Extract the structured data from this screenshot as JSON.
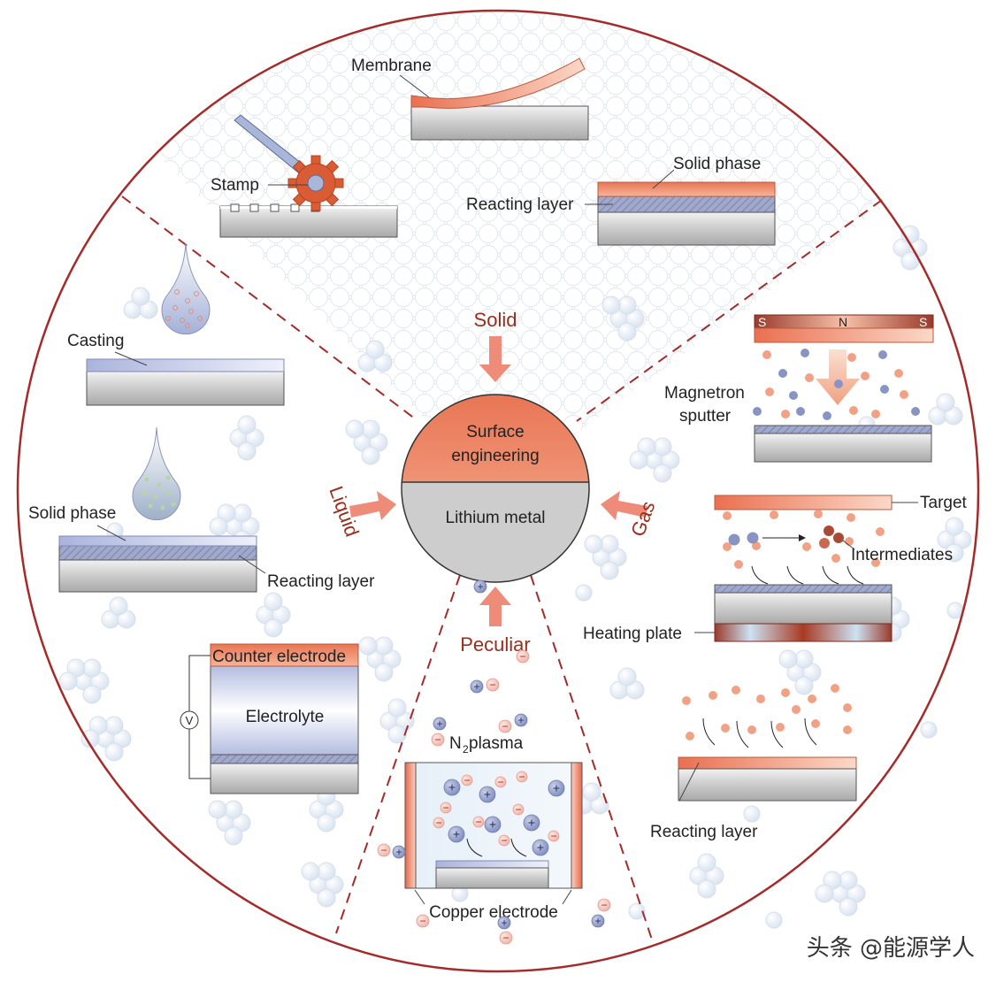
{
  "center": {
    "top_label_1": "Surface",
    "top_label_2": "engineering",
    "bottom_label": "Lithium metal"
  },
  "categories": {
    "solid": "Solid",
    "liquid": "Liquid",
    "gas": "Gas",
    "peculiar": "Peculiar"
  },
  "solid_panel": {
    "membrane": "Membrane",
    "stamp": "Stamp",
    "solid_phase": "Solid phase",
    "reacting_layer": "Reacting layer"
  },
  "liquid_panel": {
    "casting": "Casting",
    "solid_phase": "Solid phase",
    "reacting_layer": "Reacting layer",
    "counter_electrode": "Counter electrode",
    "electrolyte": "Electrolyte",
    "voltmeter": "V"
  },
  "gas_panel": {
    "magnet_s1": "S",
    "magnet_n": "N",
    "magnet_s2": "S",
    "magnetron_1": "Magnetron",
    "magnetron_2": "sputter",
    "target": "Target",
    "intermediates": "Intermediates",
    "heating_plate": "Heating plate",
    "reacting_layer": "Reacting layer"
  },
  "peculiar_panel": {
    "n2": "N",
    "n2_sub": "2",
    "plasma": " plasma",
    "copper_electrode": "Copper electrode"
  },
  "colors": {
    "border": "#a52a2a",
    "accent": "#e8825f",
    "arrow": "#ef8b79",
    "category_text": "#9a2e1c",
    "cation": "#8a96c8",
    "anion": "#f2a9a0"
  },
  "icons": {
    "gear": "gear-icon",
    "voltmeter": "voltmeter-icon",
    "arrow": "arrow-icon"
  },
  "watermark": "头条 @能源学人"
}
